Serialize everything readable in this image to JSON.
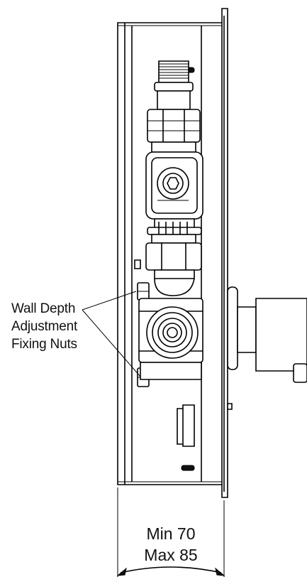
{
  "callout": {
    "line1": "Wall Depth",
    "line2": "Adjustment",
    "line3": "Fixing Nuts"
  },
  "dimension": {
    "min": "Min 70",
    "max": "Max 85"
  }
}
